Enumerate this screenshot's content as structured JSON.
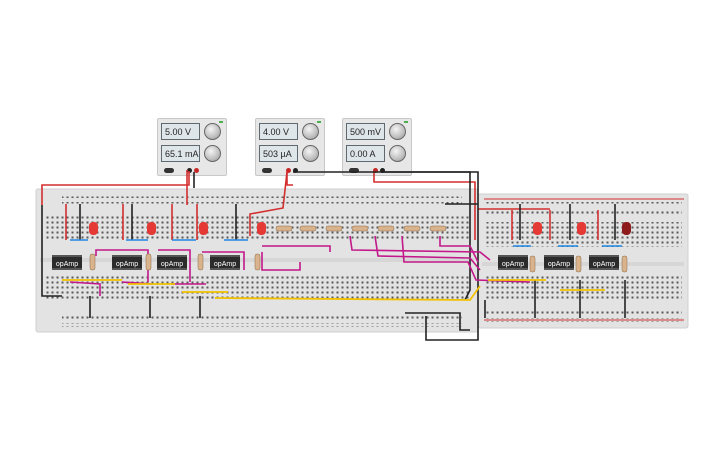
{
  "power_supplies": [
    {
      "voltage": "5.00 V",
      "current": "65.1 mA"
    },
    {
      "voltage": "4.00 V",
      "current": "503 µA"
    },
    {
      "voltage": "500 mV",
      "current": "0.00 A"
    }
  ],
  "chips": [
    {
      "label": "opAmp"
    },
    {
      "label": "opAmp"
    },
    {
      "label": "opAmp"
    },
    {
      "label": "opAmp"
    },
    {
      "label": "opAmp"
    },
    {
      "label": "opAmp"
    },
    {
      "label": "opAmp"
    }
  ],
  "colors": {
    "wire_red": "#d32f2f",
    "wire_black": "#222222",
    "wire_magenta": "#c2188a",
    "wire_yellow": "#f2c200",
    "wire_blue": "#1e88e5",
    "led_red": "#e53935",
    "led_dark_red": "#8e1b1b",
    "breadboard": "#e4e4e4"
  }
}
